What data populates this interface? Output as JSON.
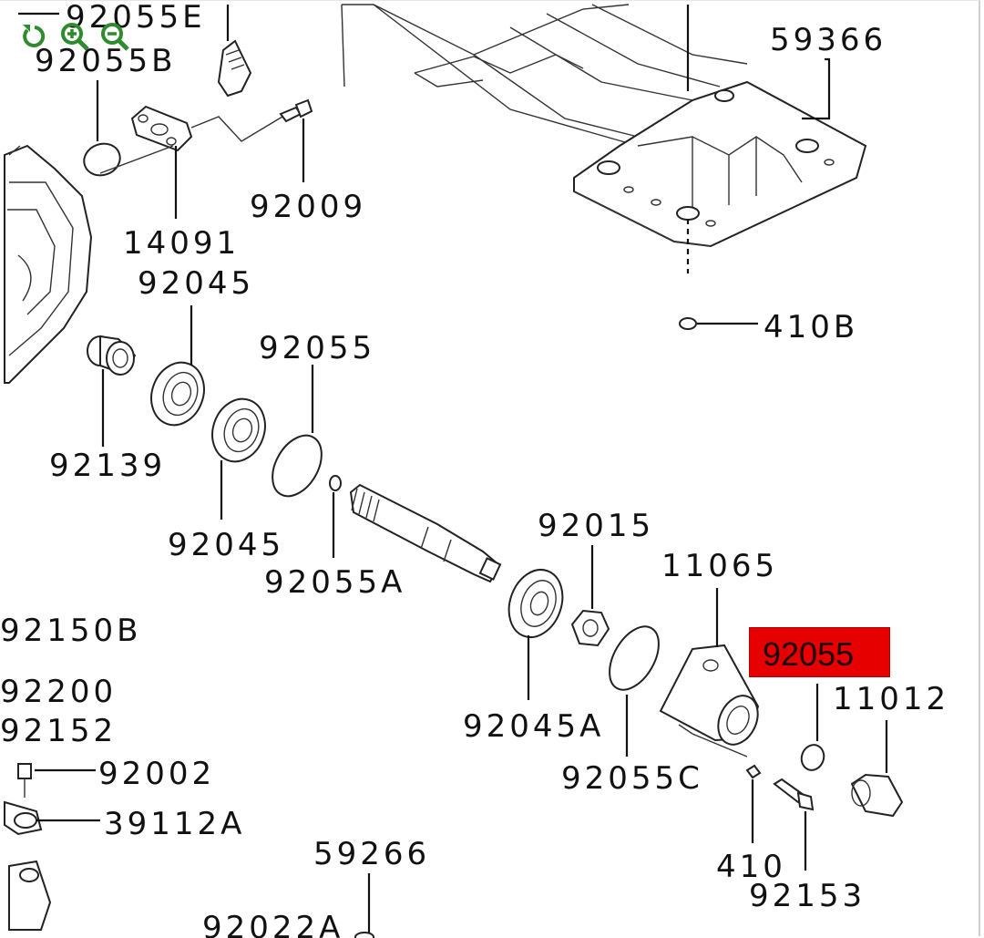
{
  "toolbar": {
    "reset": "reset-icon",
    "zoom_in": "zoom-in-icon",
    "zoom_out": "zoom-out-icon",
    "icon_color": "#2e8b2e"
  },
  "highlight": {
    "text": "92055",
    "color": "#e60000"
  },
  "labels": {
    "l92055E": "92055E",
    "l92055B": "92055B",
    "l59366": "59366",
    "l92009": "92009",
    "l14091": "14091",
    "l92045a": "92045",
    "l410B": "410B",
    "l92055": "92055",
    "l92139": "92139",
    "l92045b": "92045",
    "l92015": "92015",
    "l92055A": "92055A",
    "l11065": "11065",
    "l92150B": "92150B",
    "l11012": "11012",
    "l92200": "92200",
    "l92152": "92152",
    "l92045A": "92045A",
    "l92002": "92002",
    "l92055C": "92055C",
    "l39112A": "39112A",
    "l410": "410",
    "l59266": "59266",
    "l92153": "92153",
    "l92022A": "92022A"
  }
}
